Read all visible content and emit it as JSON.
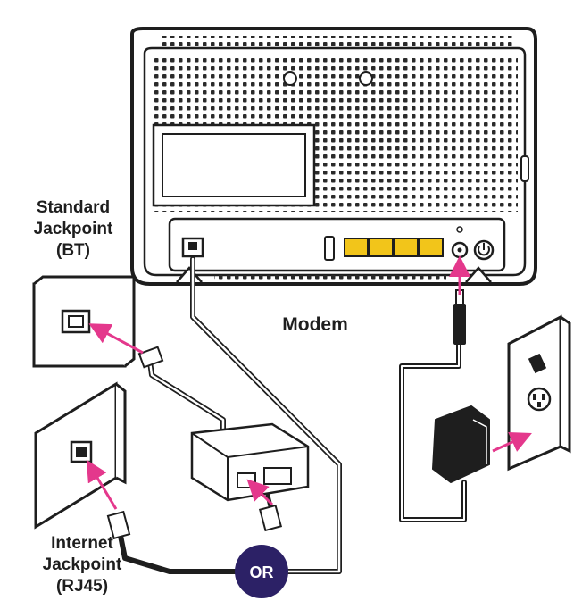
{
  "labels": {
    "standard_jackpoint": [
      "Standard",
      "Jackpoint",
      "(BT)"
    ],
    "modem": "Modem",
    "internet_jackpoint": [
      "Internet",
      "Jackpoint",
      "(RJ45)"
    ],
    "or_badge": "OR"
  },
  "colors": {
    "line": "#1e1e1e",
    "arrow": "#e4388c",
    "ethernet_port": "#f2c51a",
    "or_badge_fill": "#2c2166",
    "or_badge_text": "#ffffff"
  },
  "icons": {
    "modem": "modem-icon",
    "standard_jack": "bt-wall-socket-icon",
    "internet_jack": "rj45-wall-socket-icon",
    "splitter": "adsl-splitter-icon",
    "power_adapter": "power-adapter-icon",
    "power_outlet": "power-outlet-icon"
  }
}
